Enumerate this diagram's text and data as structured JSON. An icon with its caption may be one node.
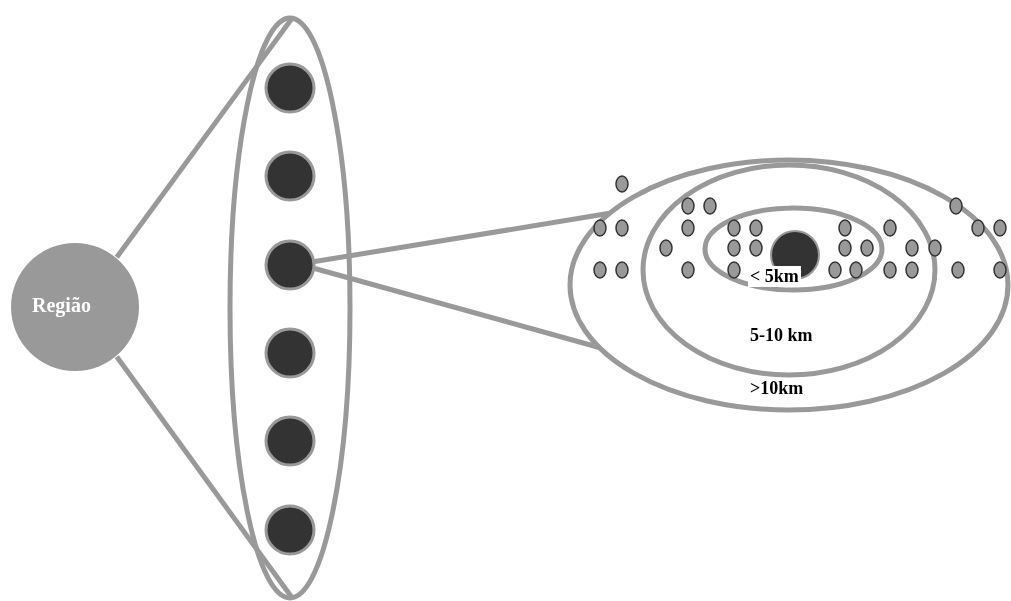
{
  "diagram": {
    "nodes": [
      {
        "text": [
          "Região"
        ]
      },
      {
        "text": [],
        "shape": "ellipse"
      },
      {
        "text": [],
        "shape": "circle",
        "in": 1
      },
      {
        "text": [],
        "shape": "circle",
        "in": 1
      },
      {
        "text": [],
        "shape": "circle",
        "in": 1
      },
      {
        "text": [],
        "shape": "circle",
        "in": 1
      },
      {
        "text": [],
        "shape": "circle",
        "in": 1
      },
      {
        "text": [],
        "shape": "circle",
        "in": 1
      },
      {
        "text": [
          ">10km"
        ]
      },
      {
        "text": [
          "5-10 km"
        ],
        "in": 8
      },
      {
        "text": [
          "< 5km"
        ],
        "in": 9
      },
      {
        "text": [],
        "shape": "circle",
        "in": 10
      }
    ],
    "edges": [
      {
        "from": 0,
        "to": 1,
        "arrow": "none"
      },
      {
        "from": 0,
        "to": 1,
        "arrow": "none"
      },
      {
        "from": 4,
        "to": 8,
        "arrow": "none"
      },
      {
        "from": 4,
        "to": 8,
        "arrow": "none"
      }
    ]
  }
}
